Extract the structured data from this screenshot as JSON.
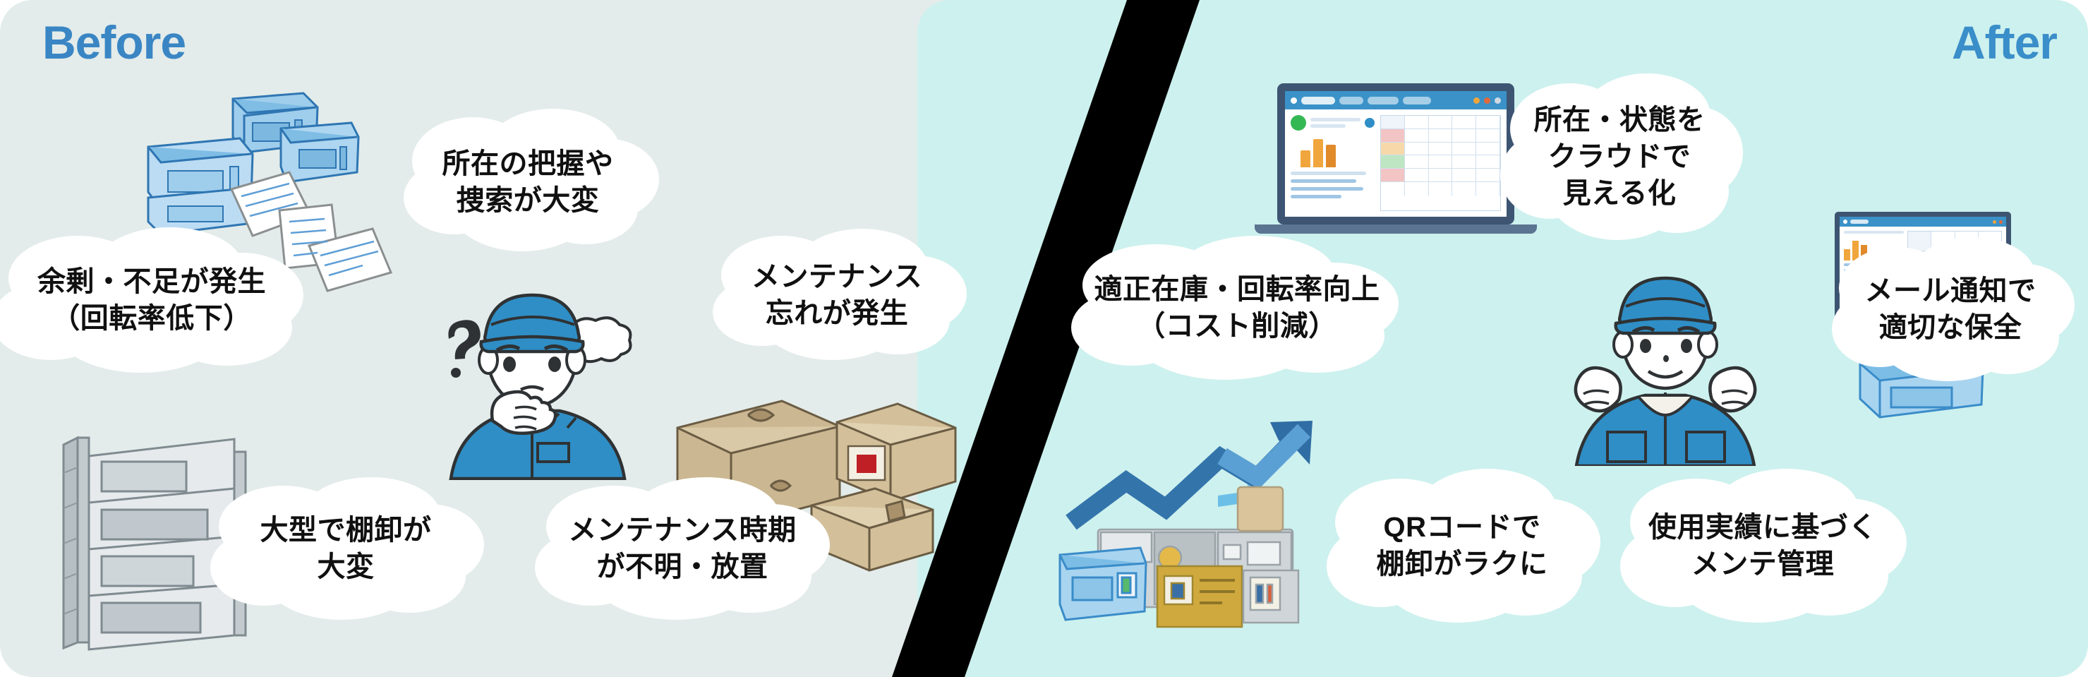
{
  "before": {
    "title": "Before",
    "background_color": "#e3ecea",
    "title_color": "#3a86c4",
    "bubbles": [
      {
        "id": "location-tracking",
        "text": "所在の把握や\n捜索が大変"
      },
      {
        "id": "surplus-shortage",
        "text": "余剰・不足が発生\n（回転率低下）"
      },
      {
        "id": "maintenance-forgotten",
        "text": "メンテナンス\n忘れが発生"
      },
      {
        "id": "large-stocktaking",
        "text": "大型で棚卸が\n大変"
      },
      {
        "id": "maintenance-unknown",
        "text": "メンテナンス時期\nが不明・放置"
      }
    ],
    "illustrations": [
      {
        "id": "stacked-blue-trays",
        "label": "blue-storage-trays-icon"
      },
      {
        "id": "scattered-papers",
        "label": "scattered-documents-icon"
      },
      {
        "id": "confused-worker",
        "label": "confused-worker-icon"
      },
      {
        "id": "cardboard-boxes",
        "label": "cardboard-boxes-icon"
      },
      {
        "id": "warehouse-shelf",
        "label": "warehouse-shelf-icon"
      }
    ]
  },
  "after": {
    "title": "After",
    "background_color": "#cdf1ee",
    "title_color": "#3a8ec9",
    "bubbles": [
      {
        "id": "cloud-visualization",
        "text": "所在・状態を\nクラウドで\n見える化"
      },
      {
        "id": "optimal-inventory",
        "text": "適正在庫・回転率向上\n（コスト削減）"
      },
      {
        "id": "mail-notification",
        "text": "メール通知で\n適切な保全"
      },
      {
        "id": "qr-stocktaking",
        "text": "QRコードで\n棚卸がラクに"
      },
      {
        "id": "usage-based-maintenance",
        "text": "使用実績に基づく\nメンテ管理"
      }
    ],
    "illustrations": [
      {
        "id": "laptop-dashboard",
        "label": "laptop-dashboard-icon"
      },
      {
        "id": "happy-worker",
        "label": "happy-worker-icon"
      },
      {
        "id": "growth-arrow-assets",
        "label": "growth-arrow-chart-icon"
      },
      {
        "id": "desktop-monitor",
        "label": "desktop-monitor-icon"
      },
      {
        "id": "blue-tray",
        "label": "blue-storage-tray-icon"
      }
    ]
  },
  "divider": {
    "id": "diagonal-divider",
    "color": "#000000"
  }
}
